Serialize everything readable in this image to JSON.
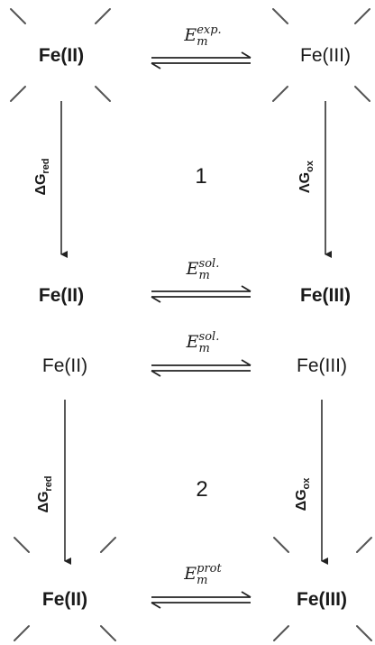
{
  "cycle1": {
    "top_left": "Fe(II)",
    "top_right": "Fe(III)",
    "bottom_left": "Fe(II)",
    "bottom_right": "Fe(III)",
    "top_eq_base": "E",
    "top_eq_sup": "exp.",
    "top_eq_sub": "m",
    "bottom_eq_base": "E",
    "bottom_eq_sup": "sol.",
    "bottom_eq_sub": "m",
    "left_dg": "ΔG",
    "left_dg_sub": "red",
    "right_dg": "ΛG",
    "right_dg_sub": "ox",
    "label": "1"
  },
  "cycle2": {
    "top_left": "Fe(II)",
    "top_right": "Fe(III)",
    "bottom_left": "Fe(II)",
    "bottom_right": "Fe(III)",
    "top_eq_base": "E",
    "top_eq_sup": "sol.",
    "top_eq_sub": "m",
    "bottom_eq_base": "E",
    "bottom_eq_sup": "prot",
    "bottom_eq_sub": "m",
    "left_dg": "ΔG",
    "left_dg_sub": "red",
    "right_dg": "ΔG",
    "right_dg_sub": "ox",
    "label": "2"
  },
  "colors": {
    "line": "#222222",
    "ligand": "#555555"
  },
  "icons": [
    "ligand-cross-icon",
    "equilibrium-arrow-icon",
    "down-arrow-icon"
  ]
}
